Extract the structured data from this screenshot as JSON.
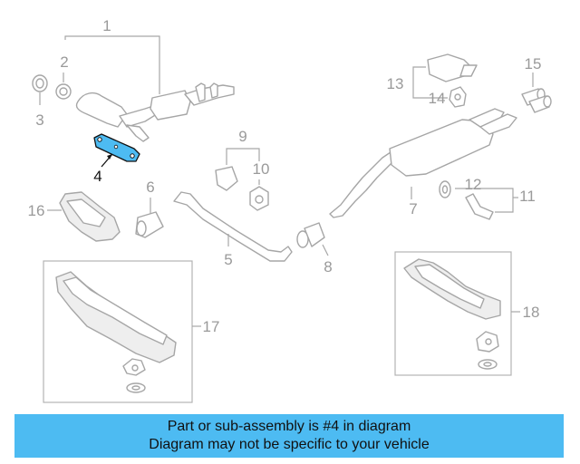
{
  "diagram": {
    "callouts": {
      "c1": "1",
      "c2": "2",
      "c3": "3",
      "c4": "4",
      "c5": "5",
      "c6": "6",
      "c7": "7",
      "c8": "8",
      "c9": "9",
      "c10": "10",
      "c11": "11",
      "c12": "12",
      "c13": "13",
      "c14": "14",
      "c15": "15",
      "c16": "16",
      "c17": "17",
      "c18": "18"
    },
    "highlighted_part": "4",
    "colors": {
      "highlight": "#4dbbf2",
      "line": "#a6a6a6",
      "banner": "#4dbbf2"
    }
  },
  "banner": {
    "line1": "Part or sub-assembly is #4 in diagram",
    "line2": "Diagram may not be specific to your vehicle"
  }
}
